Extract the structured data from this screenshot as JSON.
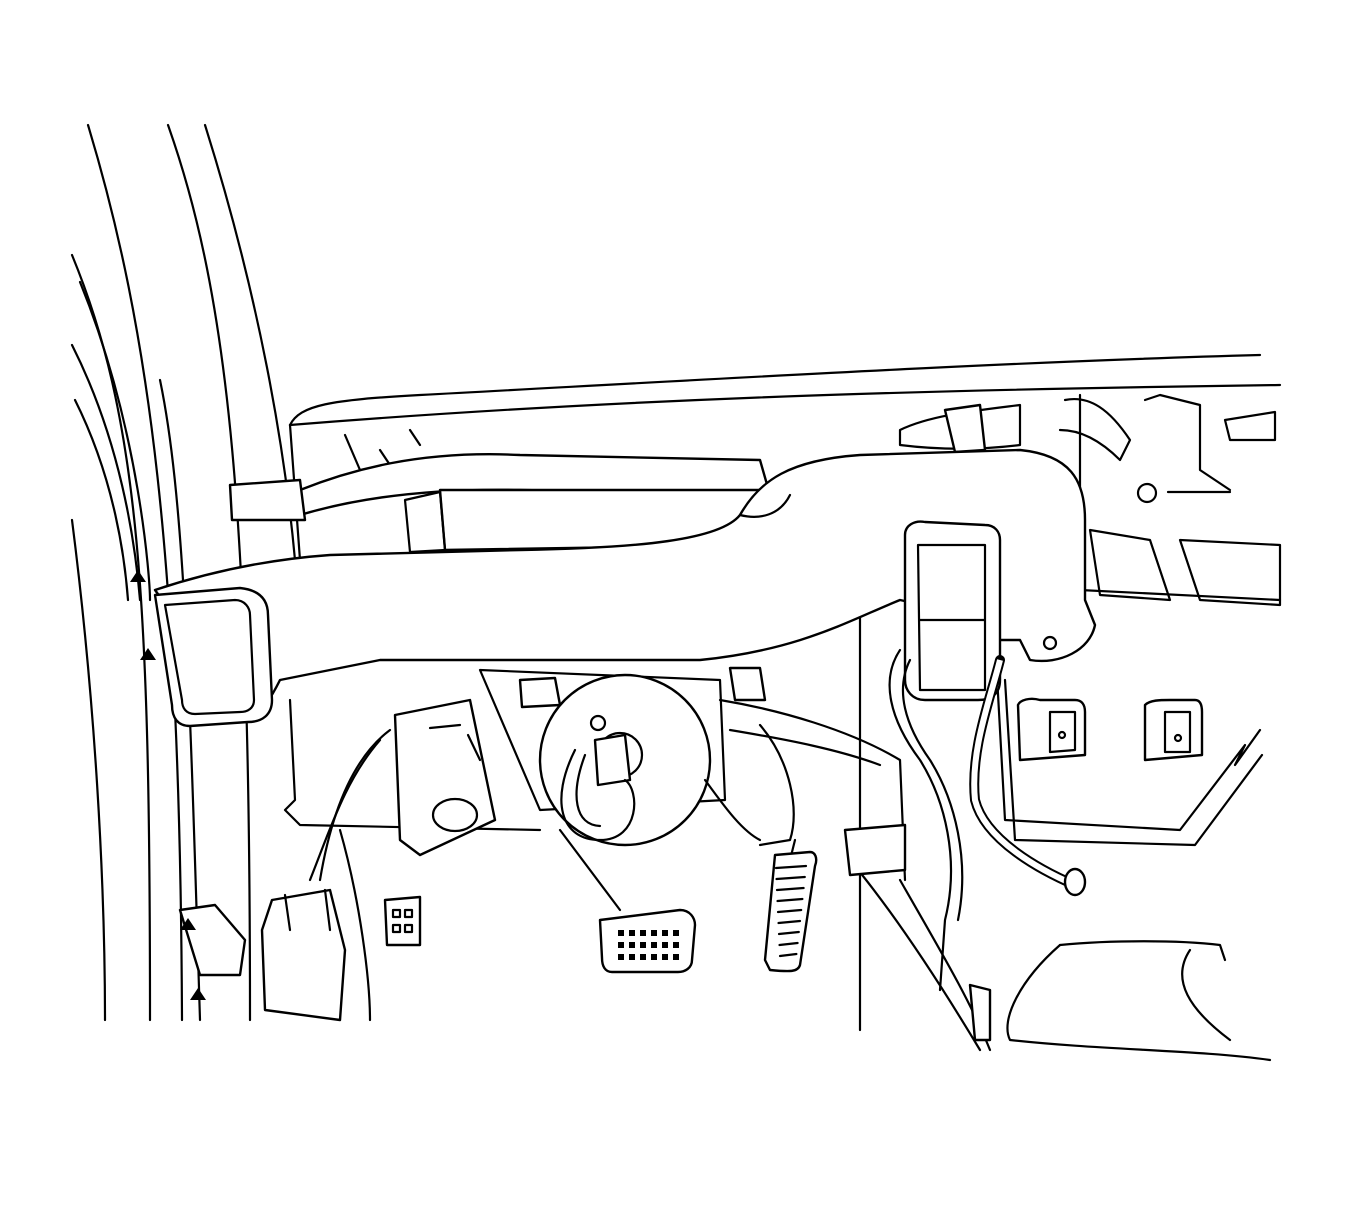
{
  "illustration": {
    "line_color": "#000000",
    "background_color": "#ffffff",
    "components": [
      "a-pillar",
      "instrument-panel",
      "air-duct",
      "steering-column",
      "clockspring",
      "wire-harness",
      "connectors",
      "pedals"
    ]
  }
}
